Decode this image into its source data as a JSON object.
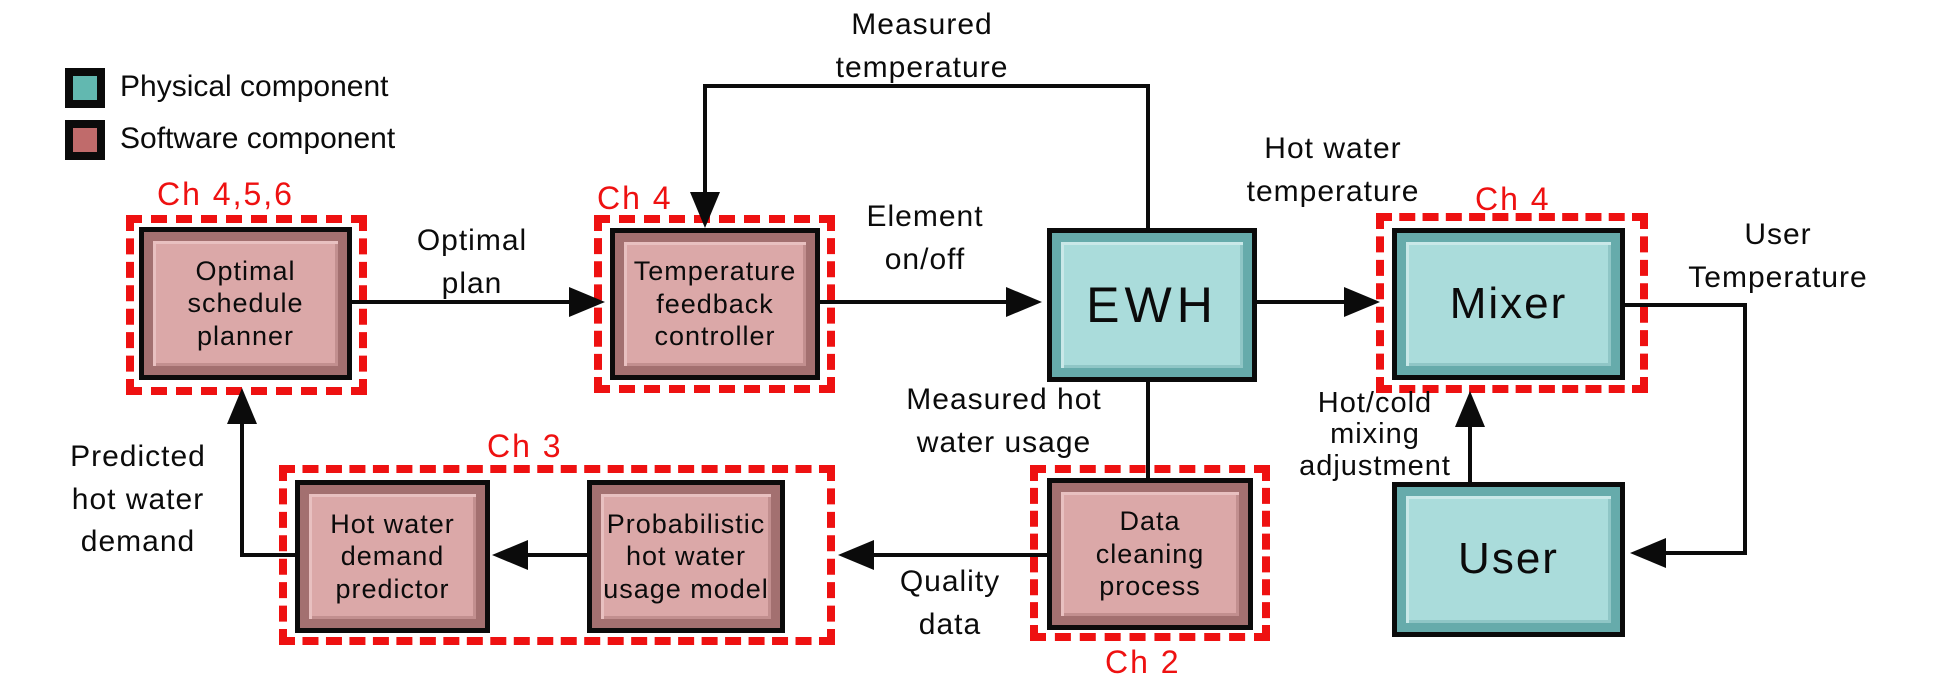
{
  "legend": {
    "physical": "Physical component",
    "software": "Software component"
  },
  "chapters": {
    "planner": "Ch 4,5,6",
    "controller": "Ch 4",
    "mixer": "Ch 4",
    "group3": "Ch 3",
    "cleaning": "Ch 2"
  },
  "boxes": {
    "planner": "Optimal\nschedule\nplanner",
    "controller": "Temperature\nfeedback\ncontroller",
    "ewh": "EWH",
    "mixer": "Mixer",
    "user": "User",
    "cleaning": "Data\ncleaning\nprocess",
    "prob_model": "Probabilistic\nhot water\nusage model",
    "predictor": "Hot water\ndemand\npredictor"
  },
  "flows": {
    "measured_temperature": "Measured\ntemperature",
    "optimal_plan": "Optimal\nplan",
    "element_onoff": "Element\non/off",
    "hot_water_temperature": "Hot water\ntemperature",
    "user_temperature": "User\nTemperature",
    "hot_cold_mixing": "Hot/cold\nmixing\nadjustment",
    "measured_usage": "Measured hot\nwater usage",
    "quality_data": "Quality\ndata",
    "predicted_demand": "Predicted\nhot water\ndemand"
  },
  "colors": {
    "physical_fill": "#aadcdb",
    "physical_frame": "#66abab",
    "software_fill": "#dba8a8",
    "software_frame": "#a37070",
    "legend_physical": "#62b8b0",
    "legend_software": "#c06b6b",
    "dashed_border": "#ee1111",
    "chapter_text": "#ee1111",
    "line": "#0b0b0b"
  }
}
